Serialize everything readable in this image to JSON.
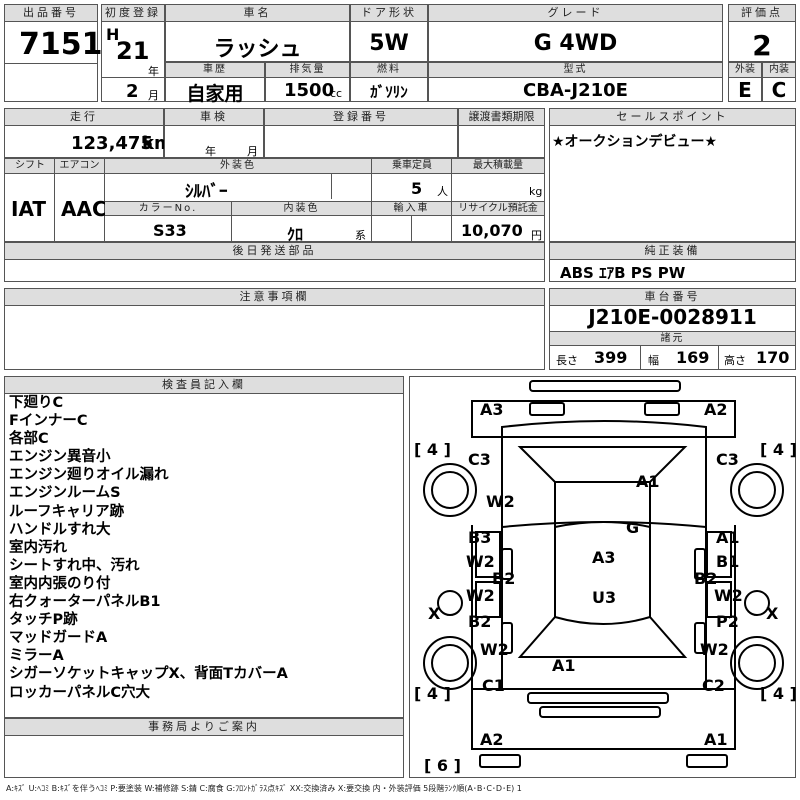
{
  "header": {
    "lot_label": "出品番号",
    "lot": "7151",
    "reg_label": "初度登録",
    "era": "H",
    "year": "21",
    "year_unit": "年",
    "month": "2",
    "month_unit": "月",
    "name_label": "車名",
    "name": "ラッシュ",
    "door_label": "ドア形状",
    "door": "5W",
    "grade_label": "グレード",
    "grade": "G 4WD",
    "score_label": "評価点",
    "score": "2",
    "history_label": "車歴",
    "history": "自家用",
    "disp_label": "排気量",
    "disp": "1500",
    "disp_unit": "cc",
    "fuel_label": "燃料",
    "fuel": "ｶﾞｿﾘﾝ",
    "model_label": "型式",
    "model": "CBA-J210E",
    "ext_label": "外装",
    "ext": "E",
    "int_label": "内装",
    "int": "C"
  },
  "row2": {
    "mileage_label": "走行",
    "mileage": "123,475",
    "mileage_unit": "km",
    "inspection_label": "車検",
    "insp_year": "年",
    "insp_month": "月",
    "regno_label": "登録番号",
    "doc_label": "譲渡書類期限",
    "sales_label": "セールスポイント",
    "sales": "★オークションデビュー★"
  },
  "row3": {
    "shift_label": "シフト",
    "shift": "IAT",
    "ac_label": "エアコン",
    "ac": "AAC",
    "color_label": "外装色",
    "color": "ｼﾙﾊﾞｰ",
    "seats_label": "乗車定員",
    "seats": "5",
    "seats_unit": "人",
    "load_label": "最大積載量",
    "load_unit": "kg",
    "colorno_label": "カラーNo.",
    "colorno": "S33",
    "intcolor_label": "内装色",
    "intcolor": "ｸﾛ",
    "intcolor_unit": "系",
    "import_label": "輸入車",
    "recycle_label": "リサイクル預託金",
    "recycle": "10,070",
    "recycle_unit": "円",
    "later_label": "後日発送部品",
    "equip_label": "純正装備",
    "equip": "ABS ｴｱB PS PW"
  },
  "notes_label": "注意事項欄",
  "chassis": {
    "label": "車台番号",
    "value": "J210E-0028911",
    "spec_label": "諸元",
    "len_label": "長さ",
    "len": "399",
    "wid_label": "幅",
    "wid": "169",
    "hgt_label": "高さ",
    "hgt": "170"
  },
  "inspector": {
    "label": "検査員記入欄",
    "lines": [
      "下廻りC",
      "FインナーC",
      "各部C",
      "エンジン異音小",
      "エンジン廻りオイル漏れ",
      "エンジンルームS",
      "ルーフキャリア跡",
      "ハンドルすれ大",
      "室内汚れ",
      "シートすれ中、汚れ",
      "室内内張のり付",
      "右クォーターパネルB1",
      "タッチP跡",
      "マッドガードA",
      "ミラーA",
      "シガーソケットキャップX、背面TカバーA",
      "ロッカーパネルC穴大"
    ]
  },
  "office_label": "事務局よりご案内",
  "legend": "A:ｷｽﾞ U:ﾍｺﾐ B:ｷｽﾞを伴うﾍｺﾐ P:要塗装 W:補修跡 S:錆 C:腐食 G:ﾌﾛﾝﾄｶﾞﾗｽ点ｷｽﾞ XX:交換済み X:要交換 内・外装評価 5段階ﾗﾝｸ順(A･B･C･D･E) 1",
  "diagram": {
    "tl": "A3",
    "tr": "A2",
    "bl": "A2",
    "br": "A1",
    "tires": [
      "[ 4 ]",
      "[ 4 ]",
      "[ 4 ]",
      "[ 4 ]"
    ],
    "spare": "[ 6 ]",
    "marks": {
      "c3l": "C3",
      "c3r": "C3",
      "w2l1": "W2",
      "a1hood": "A1",
      "g": "G",
      "b3l": "B3",
      "w2l2": "W2",
      "a3roof": "A3",
      "a1r": "A1",
      "b1r": "B1",
      "b2l": "B2",
      "b2r": "B2",
      "xl": "X",
      "xr": "X",
      "w2l3": "W2",
      "u3": "U3",
      "w2r1": "W2",
      "b2l2": "B2",
      "p2r": "P2",
      "w2l4": "W2",
      "w2r2": "W2",
      "a1rear": "A1",
      "c1l": "C1",
      "c2r": "C2"
    }
  }
}
